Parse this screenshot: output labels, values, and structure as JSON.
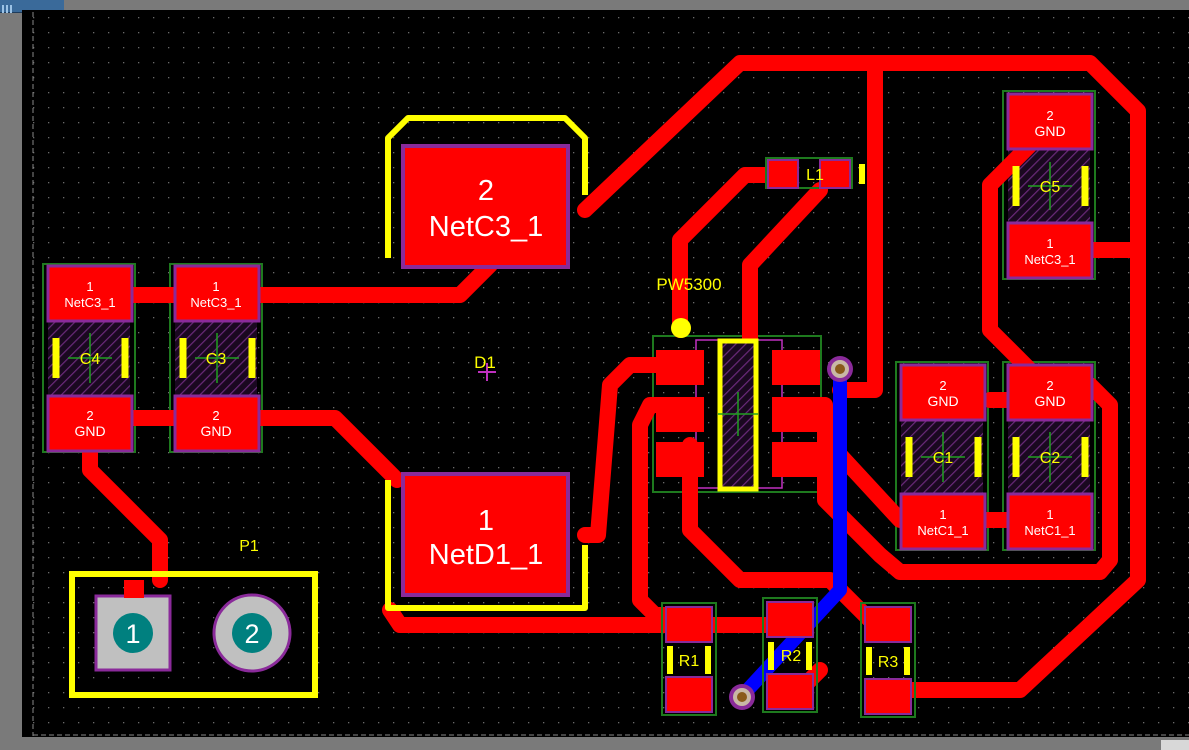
{
  "colors": {
    "background": "#000000",
    "frame": "#7a7a7a",
    "top_copper": "#ff0000",
    "bottom_copper": "#0000ff",
    "silkscreen": "#ffff00",
    "pad_outline": "#8a2a9a",
    "courtyard": "#1e7a1e",
    "designator_text": "#ffff00",
    "net_text": "#ffffff",
    "via": "#c9b8a6"
  },
  "components": {
    "c4": {
      "designator": "C4",
      "pad1_num": "1",
      "pad1_net": "NetC3_1",
      "pad2_num": "2",
      "pad2_net": "GND"
    },
    "c3": {
      "designator": "C3",
      "pad1_num": "1",
      "pad1_net": "NetC3_1",
      "pad2_num": "2",
      "pad2_net": "GND"
    },
    "c5": {
      "designator": "C5",
      "pad1_num": "1",
      "pad1_net": "NetC3_1",
      "pad2_num": "2",
      "pad2_net": "GND"
    },
    "c1": {
      "designator": "C1",
      "pad1_num": "1",
      "pad1_net": "NetC1_1",
      "pad2_num": "2",
      "pad2_net": "GND"
    },
    "c2": {
      "designator": "C2",
      "pad1_num": "1",
      "pad1_net": "NetC1_1",
      "pad2_num": "2",
      "pad2_net": "GND"
    },
    "d1": {
      "designator": "D1",
      "pad1_num": "1",
      "pad1_net": "NetD1_1",
      "pad2_num": "2",
      "pad2_net": "NetC3_1"
    },
    "l1": {
      "designator": "L1"
    },
    "u1": {
      "designator": "PW5300"
    },
    "p1": {
      "designator": "P1",
      "pad1_num": "1",
      "pad2_num": "2"
    },
    "r1": {
      "designator": "R1"
    },
    "r2": {
      "designator": "R2"
    },
    "r3": {
      "designator": "R3"
    }
  }
}
